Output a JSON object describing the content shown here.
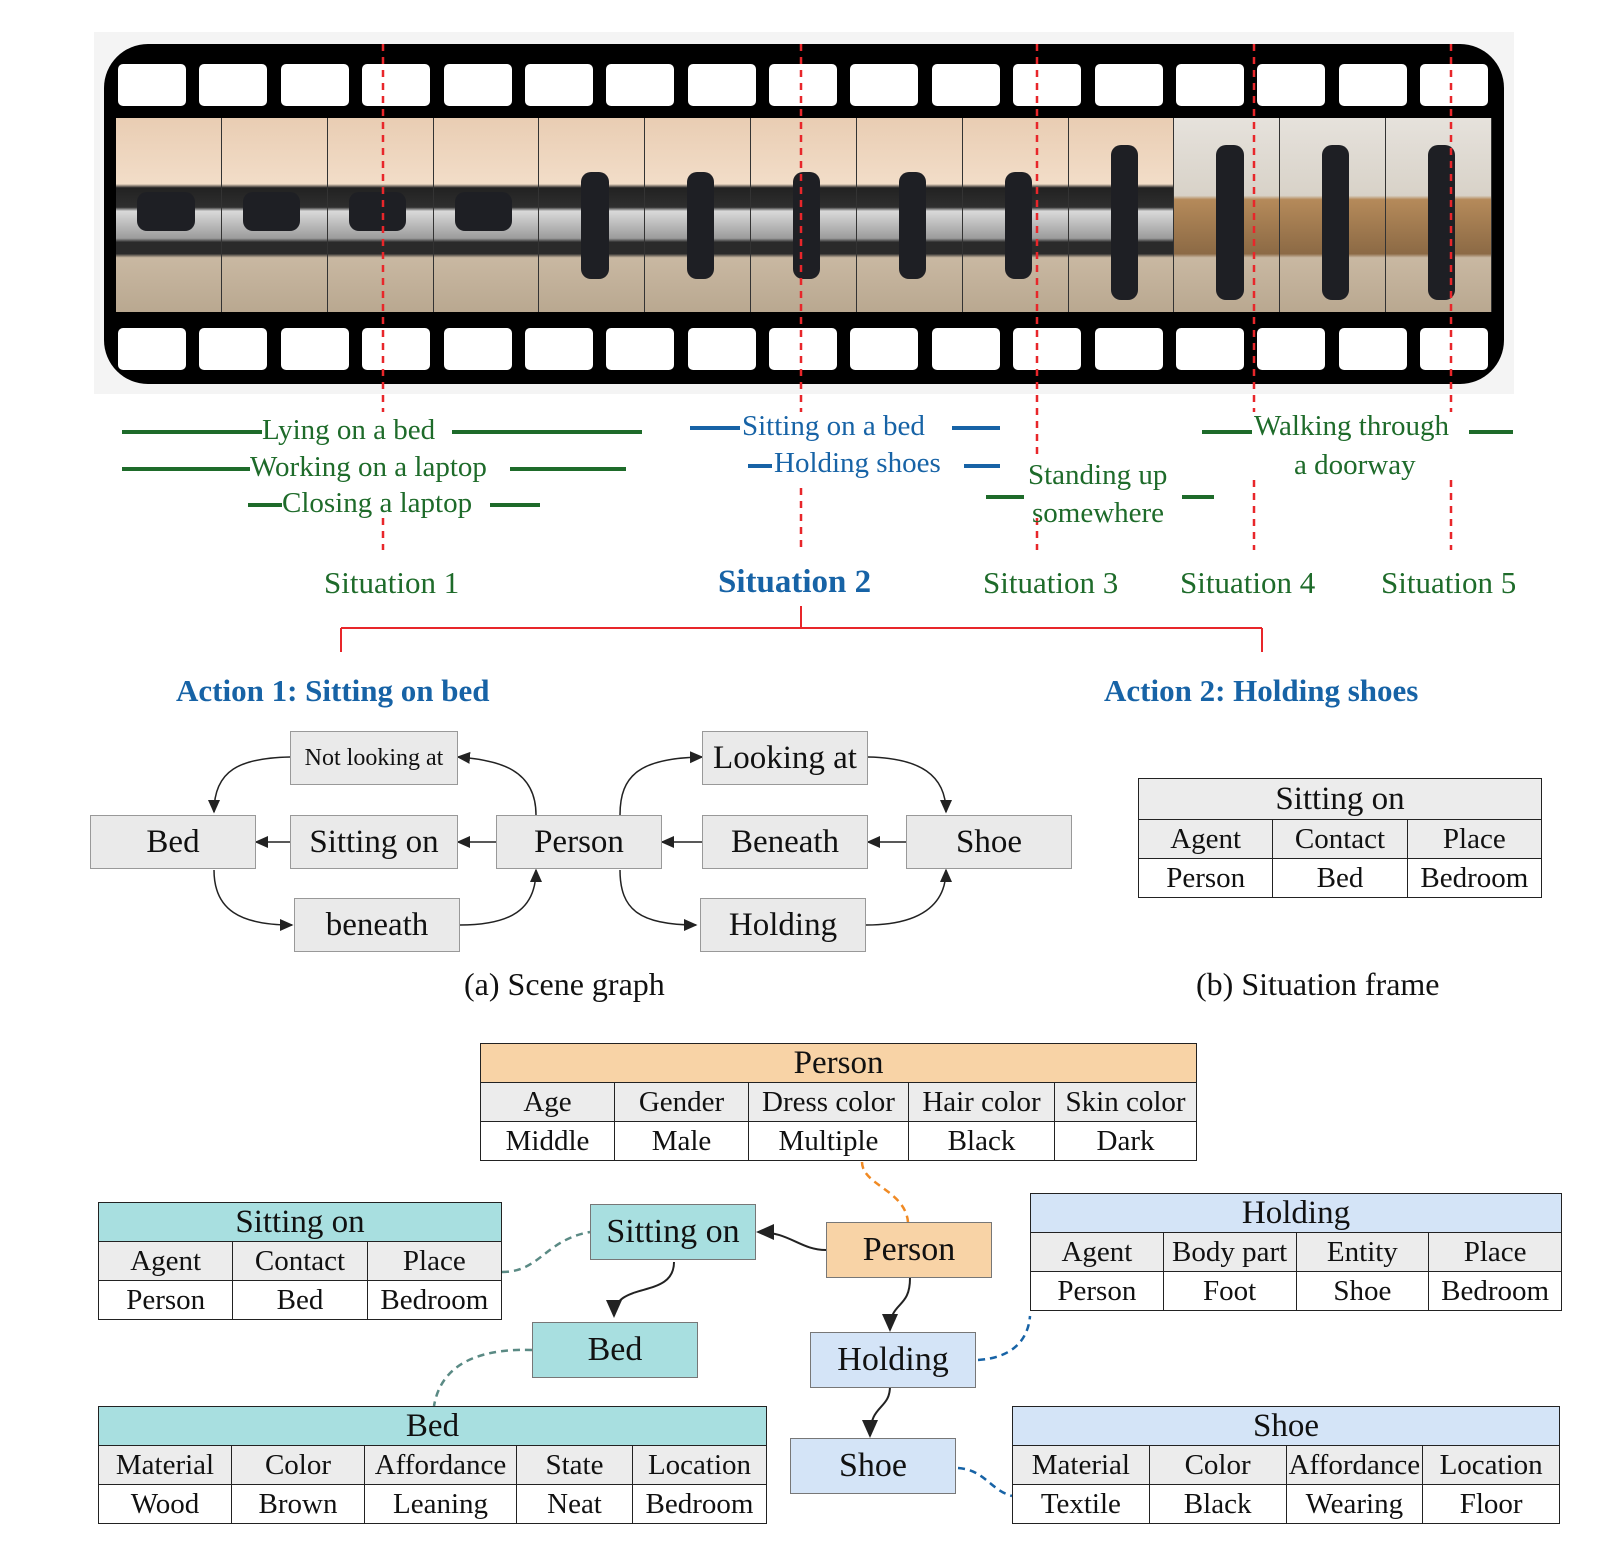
{
  "timeline": {
    "situation1_labels": [
      "Lying on a bed",
      "Working on a laptop",
      "Closing a laptop"
    ],
    "situation2_labels": [
      "Sitting on a bed",
      "Holding shoes"
    ],
    "situation3_label": [
      "Standing up",
      "somewhere"
    ],
    "situation4_label": [
      "Walking through",
      "a doorway"
    ],
    "situations": [
      "Situation 1",
      "Situation 2",
      "Situation 3",
      "Situation 4",
      "Situation 5"
    ]
  },
  "actions": {
    "action1": "Action 1: Sitting on bed",
    "action2": "Action 2:  Holding shoes"
  },
  "scene_graph": {
    "nodes": {
      "bed": "Bed",
      "not_looking_at": "Not looking at",
      "sitting_on": "Sitting on",
      "beneath_lower": "beneath",
      "person": "Person",
      "looking_at": "Looking at",
      "beneath_upper": "Beneath",
      "holding": "Holding",
      "shoe": "Shoe"
    },
    "caption": "(a) Scene graph"
  },
  "situation_frame": {
    "title": "Sitting on",
    "headers": [
      "Agent",
      "Contact",
      "Place"
    ],
    "values": [
      "Person",
      "Bed",
      "Bedroom"
    ],
    "caption": "(b) Situation frame"
  },
  "person_table": {
    "title": "Person",
    "headers": [
      "Age",
      "Gender",
      "Dress color",
      "Hair color",
      "Skin color"
    ],
    "values": [
      "Middle",
      "Male",
      "Multiple",
      "Black",
      "Dark"
    ]
  },
  "sitting_table": {
    "title": "Sitting on",
    "headers": [
      "Agent",
      "Contact",
      "Place"
    ],
    "values": [
      "Person",
      "Bed",
      "Bedroom"
    ]
  },
  "holding_table": {
    "title": "Holding",
    "headers": [
      "Agent",
      "Body part",
      "Entity",
      "Place"
    ],
    "values": [
      "Person",
      "Foot",
      "Shoe",
      "Bedroom"
    ]
  },
  "bed_table": {
    "title": "Bed",
    "headers": [
      "Material",
      "Color",
      "Affordance",
      "State",
      "Location"
    ],
    "values": [
      "Wood",
      "Brown",
      "Leaning",
      "Neat",
      "Bedroom"
    ]
  },
  "shoe_table": {
    "title": "Shoe",
    "headers": [
      "Material",
      "Color",
      "Affordance",
      "Location"
    ],
    "values": [
      "Textile",
      "Black",
      "Wearing",
      "Floor"
    ]
  },
  "bottom_graph": {
    "sitting_on": "Sitting on",
    "person": "Person",
    "bed": "Bed",
    "holding": "Holding",
    "shoe": "Shoe"
  },
  "colors": {
    "green": "#1e6b2a",
    "blue": "#1763a6",
    "red": "#e8262a",
    "orange": "#f8d3a6",
    "teal": "#a8dfe0",
    "lightblue": "#d4e4f7"
  }
}
